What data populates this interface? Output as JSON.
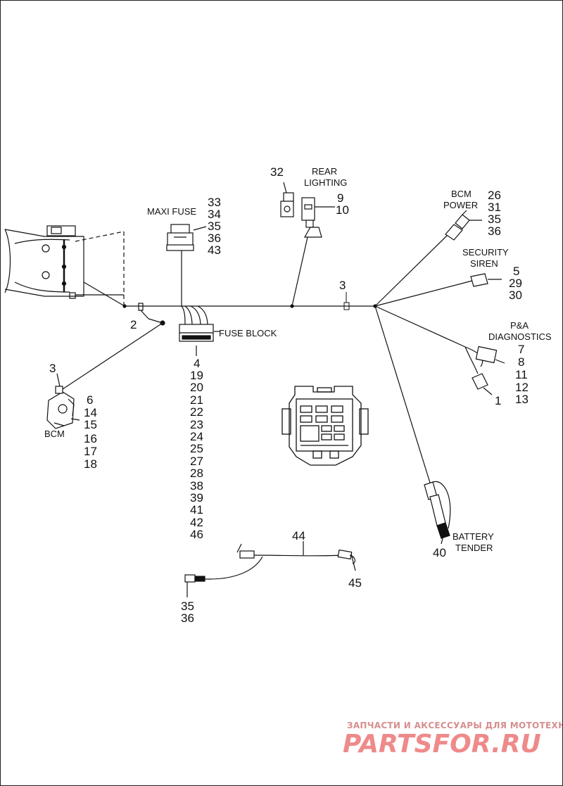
{
  "labels": {
    "maxi_fuse": "MAXI FUSE",
    "fuse_block": "FUSE BLOCK",
    "rear_lighting_1": "REAR",
    "rear_lighting_2": "LIGHTING",
    "bcm_power_1": "BCM",
    "bcm_power_2": "POWER",
    "security_siren_1": "SECURITY",
    "security_siren_2": "SIREN",
    "pa_diag_1": "P&A",
    "pa_diag_2": "DIAGNOSTICS",
    "bcm": "BCM",
    "battery_tender_1": "BATTERY",
    "battery_tender_2": "TENDER"
  },
  "callouts": {
    "maxi_fuse": [
      "33",
      "34",
      "35",
      "36",
      "43"
    ],
    "fuse_block": [
      "4",
      "19",
      "20",
      "21",
      "22",
      "23",
      "24",
      "25",
      "27",
      "28",
      "38",
      "39",
      "41",
      "42",
      "46"
    ],
    "rear_lighting_32": "32",
    "rear_lighting": [
      "9",
      "10"
    ],
    "bcm_power": [
      "26",
      "31",
      "35",
      "36"
    ],
    "security_siren": [
      "5",
      "29",
      "30"
    ],
    "pa_diag": [
      "7",
      "8",
      "11",
      "12",
      "13"
    ],
    "pa_diag_1": "1",
    "bcm": [
      "6",
      "14",
      "15",
      "16",
      "17",
      "18"
    ],
    "bcm_3": "3",
    "ground_2": "2",
    "clip_3": "3",
    "battery_40": "40",
    "harness_44": "44",
    "harness_45": "45",
    "harness_35_36": [
      "35",
      "36"
    ]
  },
  "watermark": {
    "top": "ЗАПЧАСТИ И АКСЕССУАРЫ ДЛЯ МОТОТЕХНИКИ",
    "logo": "PARTSFOR.RU"
  }
}
